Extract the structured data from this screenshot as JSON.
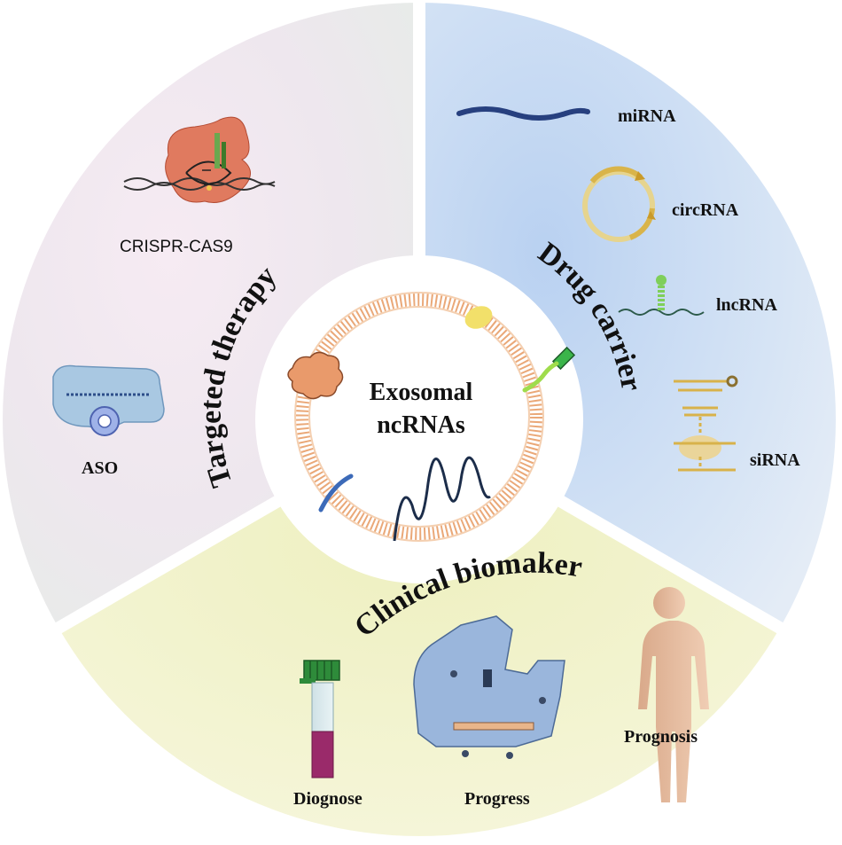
{
  "center": {
    "line1": "Exosomal",
    "line2": "ncRNAs"
  },
  "sectors": {
    "targeted_therapy": {
      "title": "Targeted therapy",
      "items": {
        "crispr": "CRISPR-CAS9",
        "aso": "ASO"
      }
    },
    "drug_carrier": {
      "title": "Drug carrier",
      "items": {
        "mirna": "miRNA",
        "circrna": "circRNA",
        "lncrna": "lncRNA",
        "sirna": "siRNA"
      }
    },
    "clinical_biomaker": {
      "title": "Clinical biomaker",
      "items": {
        "diagnose": "Diognose",
        "progress": "Progress",
        "prognosis": "Prognosis"
      }
    }
  },
  "colors": {
    "targeted_therapy_bg": "#f3e4ee",
    "drug_carrier_bg": "#c9dcf3",
    "clinical_biomaker_bg": "#f2f3c9",
    "membrane": "#e9a878",
    "divider": "#ffffff"
  },
  "icons": [
    "crispr-cas9-icon",
    "aso-icon",
    "mirna-strand-icon",
    "circrna-ring-icon",
    "lncrna-hairpin-icon",
    "sirna-icon",
    "blood-tube-icon",
    "microscope-icon",
    "human-body-icon",
    "exosome-icon"
  ]
}
